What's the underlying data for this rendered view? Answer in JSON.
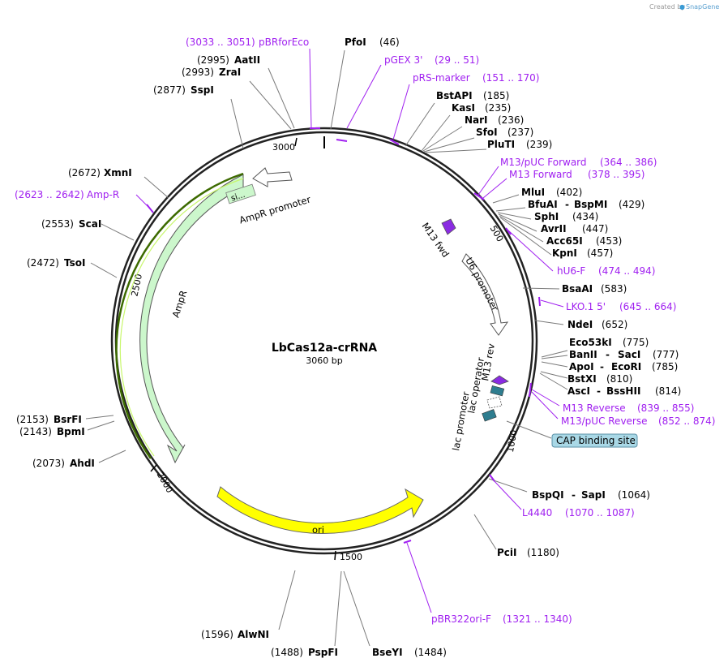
{
  "credit": {
    "prefix": "Created by",
    "brand": "SnapGene"
  },
  "map": {
    "name": "LbCas12a-crRNA",
    "size_label": "3060 bp"
  },
  "ticks": [
    "3000",
    "500",
    "1000",
    "1500",
    "2000",
    "2500"
  ],
  "enzymes": [
    {
      "name": "PfoI",
      "pos": "(46)"
    },
    {
      "name": "AatII",
      "pos": "(2995)"
    },
    {
      "name": "ZraI",
      "pos": "(2993)"
    },
    {
      "name": "SspI",
      "pos": "(2877)"
    },
    {
      "name": "BstAPI",
      "pos": "(185)"
    },
    {
      "name": "KasI",
      "pos": "(235)"
    },
    {
      "name": "NarI",
      "pos": "(236)"
    },
    {
      "name": "SfoI",
      "pos": "(237)"
    },
    {
      "name": "PluTI",
      "pos": "(239)"
    },
    {
      "name": "XmnI",
      "pos": "(2672)"
    },
    {
      "name": "MluI",
      "pos": "(402)"
    },
    {
      "name": "BfuAI",
      "name2": "BspMI",
      "pos": "(429)"
    },
    {
      "name": "SphI",
      "pos": "(434)"
    },
    {
      "name": "AvrII",
      "pos": "(447)"
    },
    {
      "name": "Acc65I",
      "pos": "(453)"
    },
    {
      "name": "KpnI",
      "pos": "(457)"
    },
    {
      "name": "ScaI",
      "pos": "(2553)"
    },
    {
      "name": "TsoI",
      "pos": "(2472)"
    },
    {
      "name": "BsaAI",
      "pos": "(583)"
    },
    {
      "name": "NdeI",
      "pos": "(652)"
    },
    {
      "name": "Eco53kI",
      "pos": "(775)"
    },
    {
      "name": "BanII",
      "name2": "SacI",
      "pos": "(777)"
    },
    {
      "name": "ApoI",
      "name2": "EcoRI",
      "pos": "(785)"
    },
    {
      "name": "BstXI",
      "pos": "(810)"
    },
    {
      "name": "AscI",
      "name2": "BssHII",
      "pos": "(814)"
    },
    {
      "name": "BsrFI",
      "pos": "(2153)"
    },
    {
      "name": "BpmI",
      "pos": "(2143)"
    },
    {
      "name": "AhdI",
      "pos": "(2073)"
    },
    {
      "name": "BspQI",
      "name2": "SapI",
      "pos": "(1064)"
    },
    {
      "name": "PciI",
      "pos": "(1180)"
    },
    {
      "name": "AlwNI",
      "pos": "(1596)"
    },
    {
      "name": "PspFI",
      "pos": "(1488)"
    },
    {
      "name": "BseYI",
      "pos": "(1484)"
    }
  ],
  "primers": [
    {
      "name": "pBRforEco",
      "range": "(3033 .. 3051)"
    },
    {
      "name": "pGEX 3'",
      "range": "(29 .. 51)"
    },
    {
      "name": "pRS-marker",
      "range": "(151 .. 170)"
    },
    {
      "name": "M13/pUC Forward",
      "range": "(364 .. 386)"
    },
    {
      "name": "M13 Forward",
      "range": "(378 .. 395)"
    },
    {
      "name": "Amp-R",
      "range": "(2623 .. 2642)"
    },
    {
      "name": "hU6-F",
      "range": "(474 .. 494)"
    },
    {
      "name": "LKO.1 5'",
      "range": "(645 .. 664)"
    },
    {
      "name": "M13 Reverse",
      "range": "(839 .. 855)"
    },
    {
      "name": "M13/pUC Reverse",
      "range": "(852 .. 874)"
    },
    {
      "name": "L4440",
      "range": "(1070 .. 1087)"
    },
    {
      "name": "pBR322ori-F",
      "range": "(1321 .. 1340)"
    }
  ],
  "features": {
    "ampr_promoter": "AmpR promoter",
    "ampr": "AmpR",
    "signal": "si...",
    "ori": "ori",
    "u6_promoter": "U6 promoter",
    "m13_fwd": "M13 fwd",
    "m13_rev": "M13 rev",
    "lac_operator": "lac operator",
    "lac_promoter": "lac promoter",
    "cap_site": "CAP binding site"
  },
  "colors": {
    "ampr_fill": "#ccf7cc",
    "ori_fill": "#ffff00",
    "primer": "#a020f0",
    "arrow_purple": "#8a2be2",
    "lac_teal": "#2e7d8f",
    "cap_box": "#a9d8e6"
  }
}
